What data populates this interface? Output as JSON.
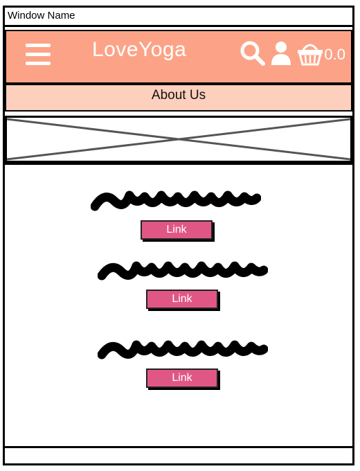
{
  "window": {
    "title": "Window Name"
  },
  "header": {
    "brand": "LoveYoga",
    "icons": [
      "hamburger-menu-icon",
      "search-icon",
      "user-icon",
      "basket-icon"
    ],
    "cart_total": "0.0",
    "background_color": "#fca387"
  },
  "subnav": {
    "label": "About Us",
    "background_color": "#fdcfbd"
  },
  "main": {
    "sections": [
      {
        "link_label": "Link"
      },
      {
        "link_label": "Link"
      },
      {
        "link_label": "Link"
      }
    ],
    "link_color": "#e05786"
  }
}
